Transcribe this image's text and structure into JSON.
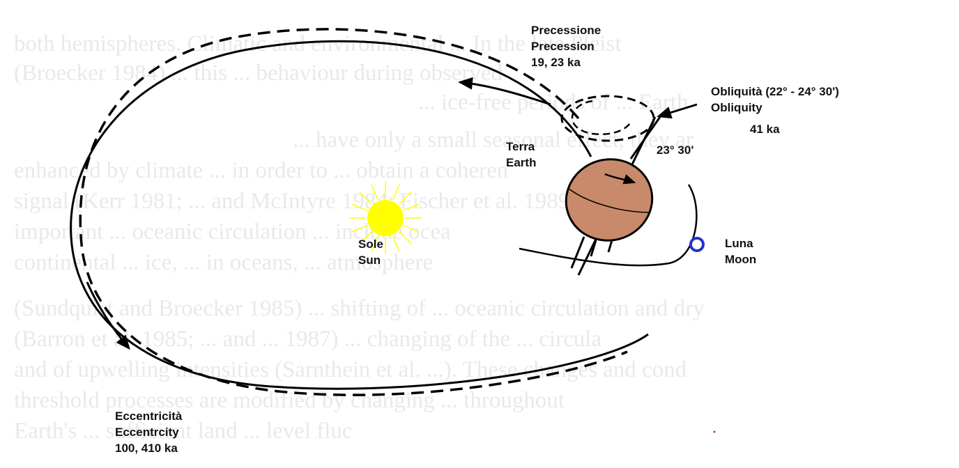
{
  "background_text": [
    "both hemispheres. Climatic and environmental ... In the late Pleist",
    "(Broecker 1984) ... this ... behaviour during observed",
    "... ice-free periods of ... Earth",
    "... have only a small seasonal effect, they ar",
    "enhanced by climate ... in order to ... obtain a coheren",
    "signal (Kerr 1981; ... and McIntyre 1984; Fischer et al. 1989). The",
    "important ... oceanic circulation ... include ocea",
    "continental ... ice, ... in oceans, ... atmosphere",
    "(Sundquist and Broecker 1985) ... shifting of ... oceanic circulation and dry",
    "(Barron et al. 1985; ... and ... 1987) ... changing of the ... circula",
    "and of upwelling intensities (Sarnthein et al. ...). These changes and cond",
    "threshold processes are modified by changing ... throughout",
    "Earth's ... sufficient land ... level fluc"
  ],
  "labels": {
    "precession_it": "Precessione",
    "precession_en": "Precession",
    "precession_period": "19, 23 ka",
    "obliquity_it": "Obliquità (22° - 24° 30')",
    "obliquity_en": "Obliquity",
    "obliquity_period": "41 ka",
    "tilt_angle": "23° 30'",
    "earth_it": "Terra",
    "earth_en": "Earth",
    "sun_it": "Sole",
    "sun_en": "Sun",
    "moon_it": "Luna",
    "moon_en": "Moon",
    "eccentricity_it": "Eccentricità",
    "eccentricity_en": "Eccentrcity",
    "eccentricity_period": "100, 410 ka"
  },
  "colors": {
    "sun": "#ffff00",
    "earth": "#c88a6a",
    "moon": "#2233cc",
    "stroke": "#000000"
  }
}
